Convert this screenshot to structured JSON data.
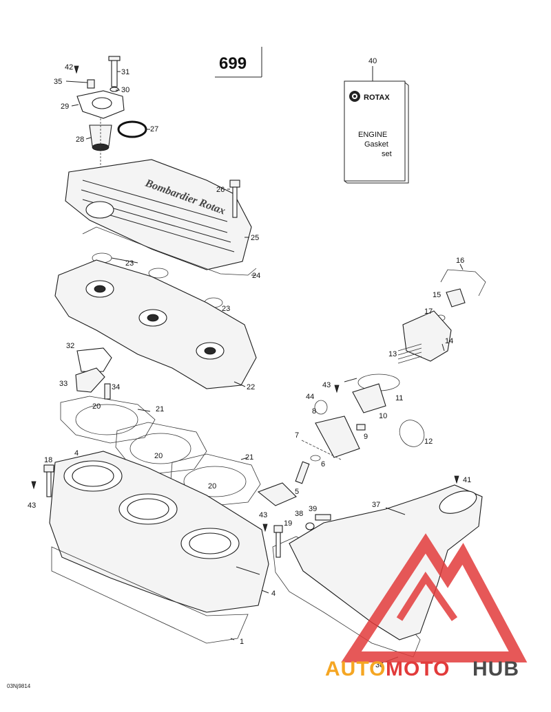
{
  "page_number": "699",
  "footer_code": "03Nj9814",
  "kit_box": {
    "brand": "ROTAX",
    "line1": "ENGINE",
    "line2": "Gasket",
    "line3": "set"
  },
  "head_cover_lettering": "Bombardier Rotax",
  "watermark": {
    "part1": "AUTO",
    "part2": "MOTO",
    "part3": "HUB",
    "color_orange": "#f5a623",
    "color_red": "#e23b3b",
    "color_gray": "#4a4a4a"
  },
  "callouts": [
    {
      "id": "c1",
      "text": "1"
    },
    {
      "id": "c4a",
      "text": "4"
    },
    {
      "id": "c4b",
      "text": "4"
    },
    {
      "id": "c5",
      "text": "5"
    },
    {
      "id": "c6",
      "text": "6"
    },
    {
      "id": "c7",
      "text": "7"
    },
    {
      "id": "c8",
      "text": "8"
    },
    {
      "id": "c9",
      "text": "9"
    },
    {
      "id": "c10",
      "text": "10"
    },
    {
      "id": "c11",
      "text": "11"
    },
    {
      "id": "c12",
      "text": "12"
    },
    {
      "id": "c13",
      "text": "13"
    },
    {
      "id": "c14",
      "text": "14"
    },
    {
      "id": "c15",
      "text": "15"
    },
    {
      "id": "c16",
      "text": "16"
    },
    {
      "id": "c17",
      "text": "17"
    },
    {
      "id": "c18",
      "text": "18"
    },
    {
      "id": "c19",
      "text": "19"
    },
    {
      "id": "c20a",
      "text": "20"
    },
    {
      "id": "c20b",
      "text": "20"
    },
    {
      "id": "c20c",
      "text": "20"
    },
    {
      "id": "c21a",
      "text": "21"
    },
    {
      "id": "c21b",
      "text": "21"
    },
    {
      "id": "c22",
      "text": "22"
    },
    {
      "id": "c23a",
      "text": "23"
    },
    {
      "id": "c23b",
      "text": "23"
    },
    {
      "id": "c24",
      "text": "24"
    },
    {
      "id": "c25",
      "text": "25"
    },
    {
      "id": "c26",
      "text": "26"
    },
    {
      "id": "c27",
      "text": "27"
    },
    {
      "id": "c28",
      "text": "28"
    },
    {
      "id": "c29",
      "text": "29"
    },
    {
      "id": "c30",
      "text": "30"
    },
    {
      "id": "c31",
      "text": "31"
    },
    {
      "id": "c32",
      "text": "32"
    },
    {
      "id": "c33",
      "text": "33"
    },
    {
      "id": "c34",
      "text": "34"
    },
    {
      "id": "c35",
      "text": "35"
    },
    {
      "id": "c36",
      "text": "36"
    },
    {
      "id": "c37",
      "text": "37"
    },
    {
      "id": "c38",
      "text": "38"
    },
    {
      "id": "c39",
      "text": "39"
    },
    {
      "id": "c40",
      "text": "40"
    },
    {
      "id": "c41",
      "text": "41"
    },
    {
      "id": "c42",
      "text": "42"
    },
    {
      "id": "c43a",
      "text": "43"
    },
    {
      "id": "c43b",
      "text": "43"
    },
    {
      "id": "c43c",
      "text": "43"
    },
    {
      "id": "c44",
      "text": "44"
    }
  ]
}
